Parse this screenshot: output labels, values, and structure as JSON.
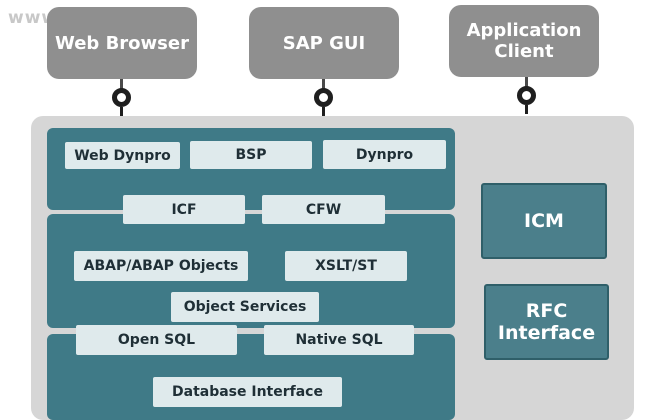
{
  "watermark": "www.bisell.in",
  "clients": {
    "web_browser": "Web Browser",
    "sap_gui": "SAP GUI",
    "application_client": "Application\nClient"
  },
  "presentation_layer": {
    "web_dynpro": "Web Dynpro",
    "bsp": "BSP",
    "dynpro": "Dynpro"
  },
  "frameworks": {
    "icf": "ICF",
    "cfw": "CFW"
  },
  "abap_layer": {
    "abap_objects": "ABAP/ABAP Objects",
    "xslt": "XSLT/ST",
    "object_services": "Object Services"
  },
  "sql": {
    "open_sql": "Open SQL",
    "native_sql": "Native SQL"
  },
  "database_layer": {
    "database_interface": "Database Interface"
  },
  "side_components": {
    "icm": "ICM",
    "rfc_interface": "RFC\nInterface"
  },
  "colors": {
    "client_gray": "#8f8f8f",
    "platform_gray": "#d6d6d6",
    "teal_band": "#3f7a87",
    "light_box": "#dfeaec"
  }
}
